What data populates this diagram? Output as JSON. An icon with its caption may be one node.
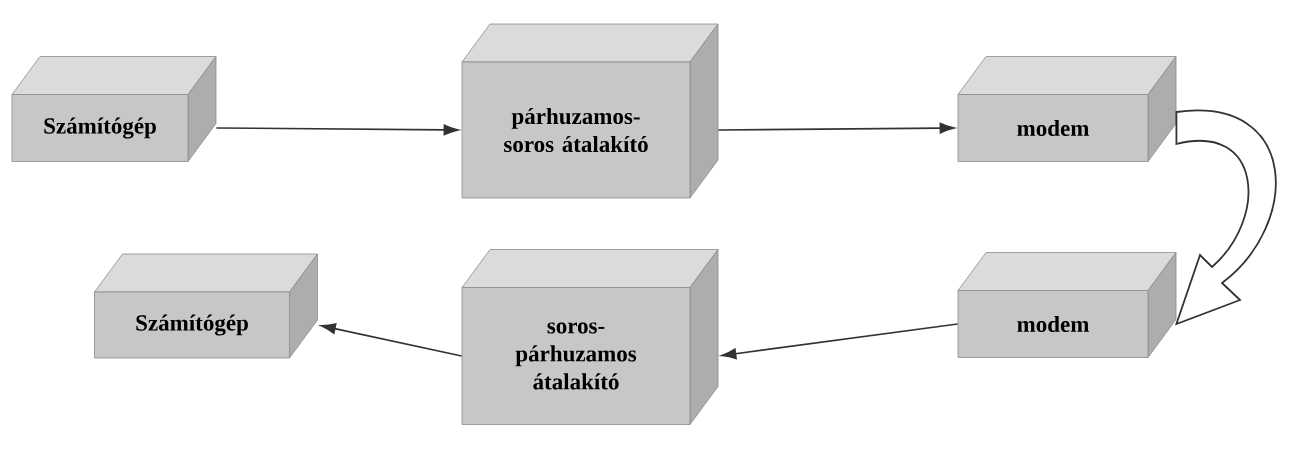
{
  "diagram": {
    "nodes": [
      {
        "text": [
          "Számítógép"
        ]
      },
      {
        "text": [
          "párhuzamos- soros átalakító"
        ]
      },
      {
        "text": [
          "modem"
        ]
      },
      {
        "text": [
          "modem"
        ]
      },
      {
        "text": [
          "soros- párhuzamos átalakító"
        ]
      },
      {
        "text": [
          "Számítógép"
        ]
      }
    ],
    "edges": [
      {
        "from": 0,
        "to": 1,
        "arrow": "to"
      },
      {
        "from": 1,
        "to": 2,
        "arrow": "to"
      },
      {
        "from": 2,
        "to": 3,
        "arrow": "to",
        "style": "thick"
      },
      {
        "from": 3,
        "to": 4,
        "arrow": "to"
      },
      {
        "from": 4,
        "to": 5,
        "arrow": "to"
      }
    ]
  }
}
